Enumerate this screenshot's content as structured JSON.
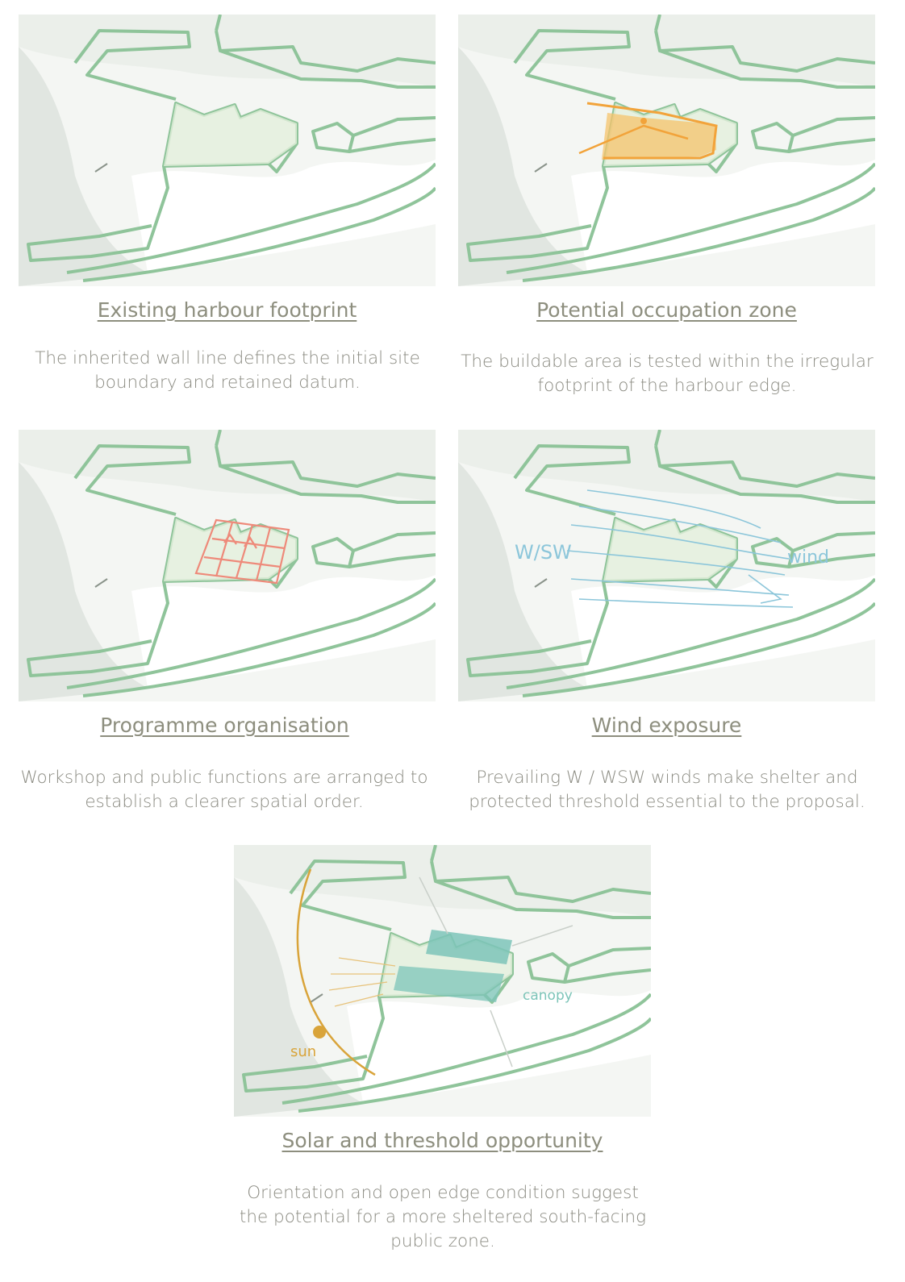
{
  "panels": [
    {
      "title": "Existing harbour footprint",
      "description": "The inherited wall line defines the initial site boundary and retained datum."
    },
    {
      "title": "Potential occupation zone",
      "description": "The buildable area is tested within the irregular footprint of the harbour edge."
    },
    {
      "title": "Programme organisation",
      "description": "Workshop and public functions are arranged to establish a clearer spatial order."
    },
    {
      "title": "Wind exposure",
      "description": "Prevailing W / WSW winds make shelter and protected threshold essential to the proposal.",
      "annotations": {
        "direction": "W/SW",
        "label": "wind"
      }
    },
    {
      "title": "Solar and threshold opportunity",
      "description": "Orientation and open edge condition suggest the potential for a more sheltered south-facing public zone.",
      "annotations": {
        "sun": "sun",
        "canopy": "canopy"
      }
    }
  ],
  "colors": {
    "wall_green": "#8fc49a",
    "fill_green": "#e3f0dc",
    "wash_grey": "#dde3dd",
    "orange": "#f2a33a",
    "red": "#ee8a7a",
    "wind_blue": "#8cc6da",
    "sun_gold": "#d9a43a",
    "teal": "#7cc4b8"
  }
}
